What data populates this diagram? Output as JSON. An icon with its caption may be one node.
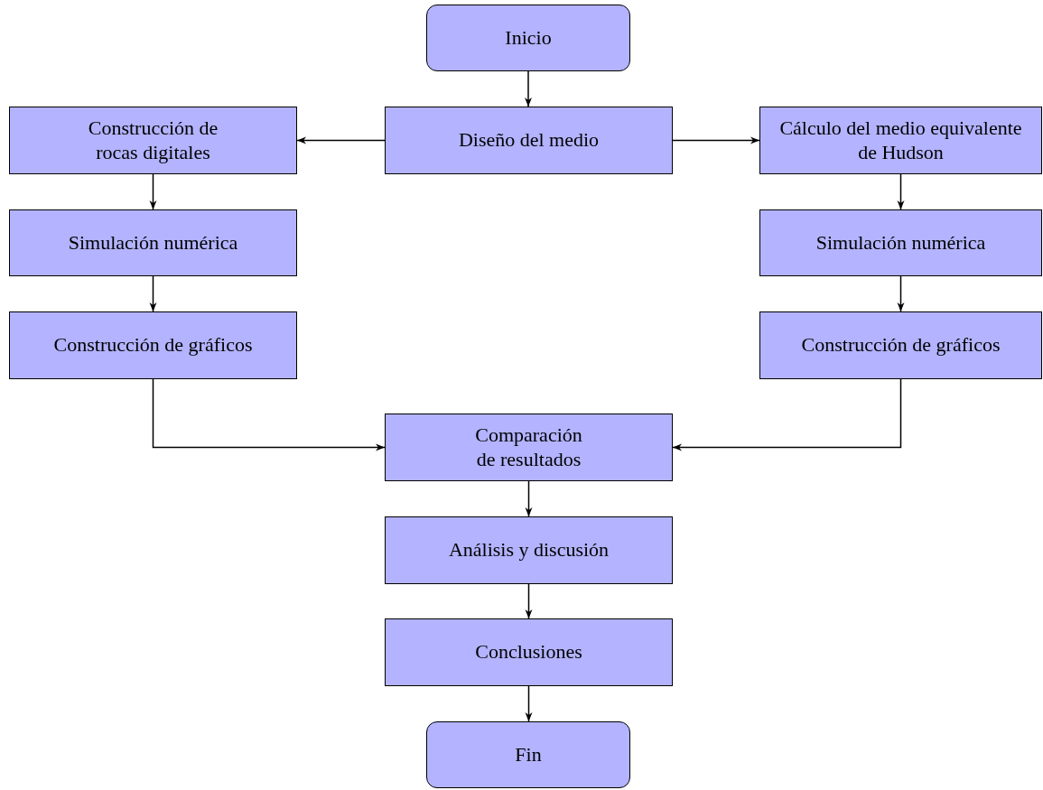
{
  "diagram": {
    "nodes": [
      {
        "text": [
          "Inicio"
        ]
      },
      {
        "text": [
          "Construcción de rocas digitales"
        ]
      },
      {
        "text": [
          "Diseño del medio"
        ]
      },
      {
        "text": [
          "Cálculo del medio equivalente de Hudson"
        ]
      },
      {
        "text": [
          "Simulación numérica"
        ]
      },
      {
        "text": [
          "Simulación numérica"
        ]
      },
      {
        "text": [
          "Construcción de gráficos"
        ]
      },
      {
        "text": [
          "Construcción de gráficos"
        ]
      },
      {
        "text": [
          "Comparación de resultados"
        ]
      },
      {
        "text": [
          "Análisis y discusión"
        ]
      },
      {
        "text": [
          "Conclusiones"
        ]
      },
      {
        "text": [
          "Fin"
        ]
      }
    ],
    "edges": [
      {
        "from": 0,
        "to": 2,
        "arrow": "to"
      },
      {
        "from": 2,
        "to": 1,
        "arrow": "to"
      },
      {
        "from": 2,
        "to": 3,
        "arrow": "to"
      },
      {
        "from": 1,
        "to": 4,
        "arrow": "to"
      },
      {
        "from": 4,
        "to": 6,
        "arrow": "to"
      },
      {
        "from": 3,
        "to": 5,
        "arrow": "to"
      },
      {
        "from": 5,
        "to": 7,
        "arrow": "to"
      },
      {
        "from": 6,
        "to": 8,
        "arrow": "to"
      },
      {
        "from": 7,
        "to": 8,
        "arrow": "to"
      },
      {
        "from": 8,
        "to": 9,
        "arrow": "to"
      },
      {
        "from": 9,
        "to": 10,
        "arrow": "to"
      },
      {
        "from": 10,
        "to": 11,
        "arrow": "to"
      }
    ]
  }
}
